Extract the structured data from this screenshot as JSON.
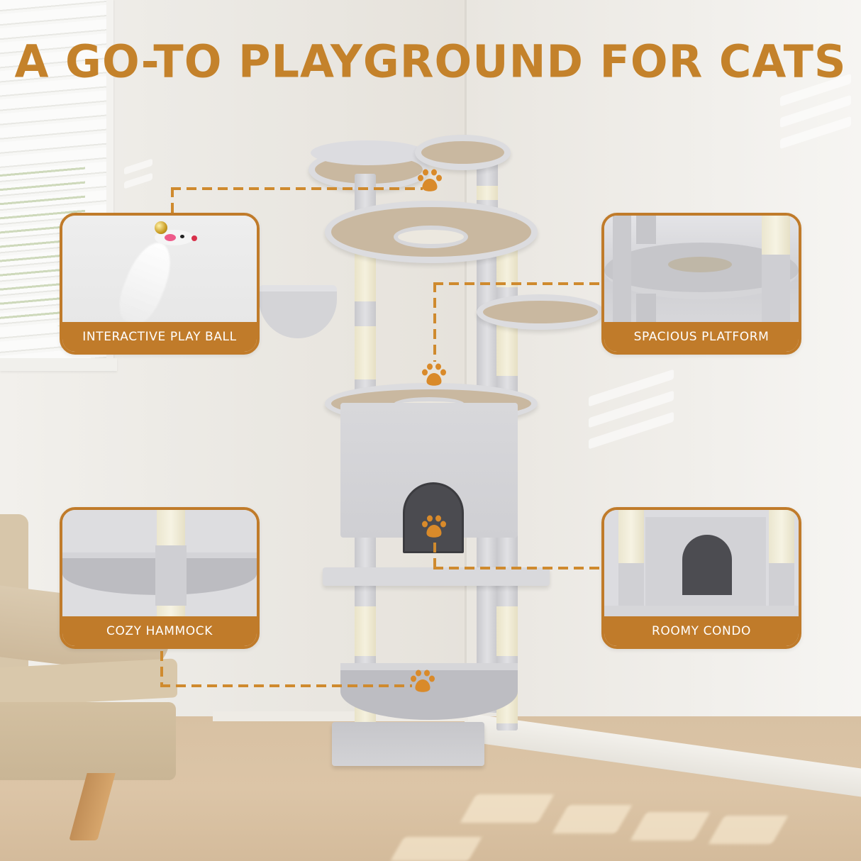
{
  "title": "A GO-TO PLAYGROUND FOR CATS",
  "colors": {
    "accent": "#c07b2a",
    "title": "#c4822b",
    "connector": "#cf8a2e",
    "label_text": "#ffffff"
  },
  "callouts": [
    {
      "id": "interactive-play-ball",
      "label": "INTERACTIVE PLAY BALL",
      "position": "top-left",
      "icon": "paw-icon"
    },
    {
      "id": "spacious-platform",
      "label": "SPACIOUS PLATFORM",
      "position": "top-right",
      "icon": "paw-icon"
    },
    {
      "id": "cozy-hammock",
      "label": "COZY HAMMOCK",
      "position": "bottom-left",
      "icon": "paw-icon"
    },
    {
      "id": "roomy-condo",
      "label": "ROOMY CONDO",
      "position": "bottom-right",
      "icon": "paw-icon"
    }
  ]
}
